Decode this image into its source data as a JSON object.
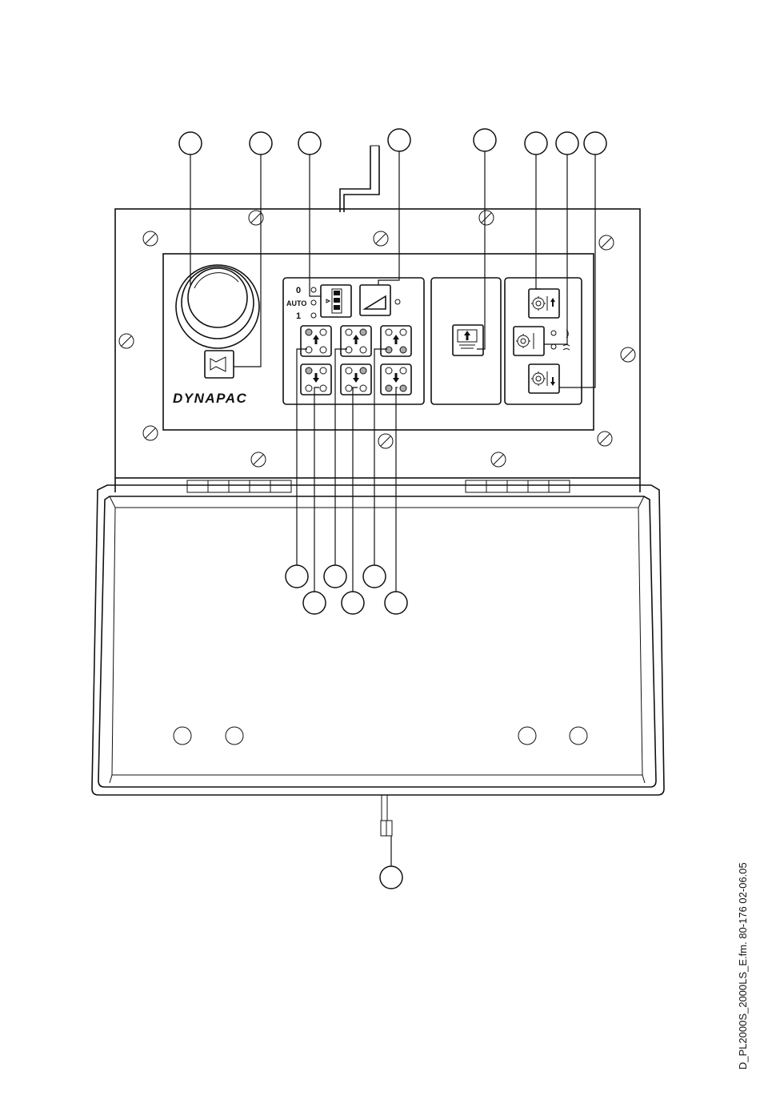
{
  "panel": {
    "brand_logo": "DYNAPAC",
    "mode_switch": {
      "labels": [
        "0",
        "AUTO",
        "1"
      ]
    }
  },
  "footer": {
    "document_reference": "D_PL2000S_2000LS_E.fm. 80-176 02-06.05"
  },
  "icons": {
    "horn": "horn-icon",
    "mode_switch": "rocker-switch-icon",
    "ramp": "ramp-icon",
    "raise": "arrow-up-icon",
    "lower": "arrow-down-icon",
    "auger": "auger-icon",
    "tamper": "tamper-icon"
  }
}
